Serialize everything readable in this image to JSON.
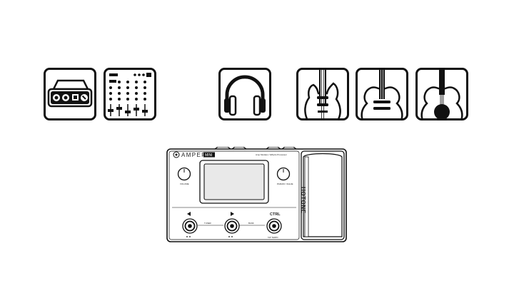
{
  "icons": [
    {
      "name": "audio-interface-icon"
    },
    {
      "name": "mixer-icon"
    },
    {
      "name": "headphones-icon"
    },
    {
      "name": "electric-guitar-icon"
    },
    {
      "name": "acoustic-guitar-icon"
    },
    {
      "name": "classical-guitar-icon"
    }
  ],
  "device": {
    "brand_logo": "AMPERO",
    "model_badge": "MINI",
    "subtitle": "Amp Modeler / Effects Processor",
    "left_knob_label": "VOLUME",
    "right_knob_label": "PARAM / VALUE",
    "pedal_brand": "HOTONE",
    "tuner_label": "TUNER",
    "bank_label": "BANK",
    "ctrl_label": "CTRL",
    "tap_label": "TAP TEMPO",
    "colors": {
      "line": "#111111",
      "background": "#ffffff",
      "screen": "#e9e9e9"
    }
  }
}
